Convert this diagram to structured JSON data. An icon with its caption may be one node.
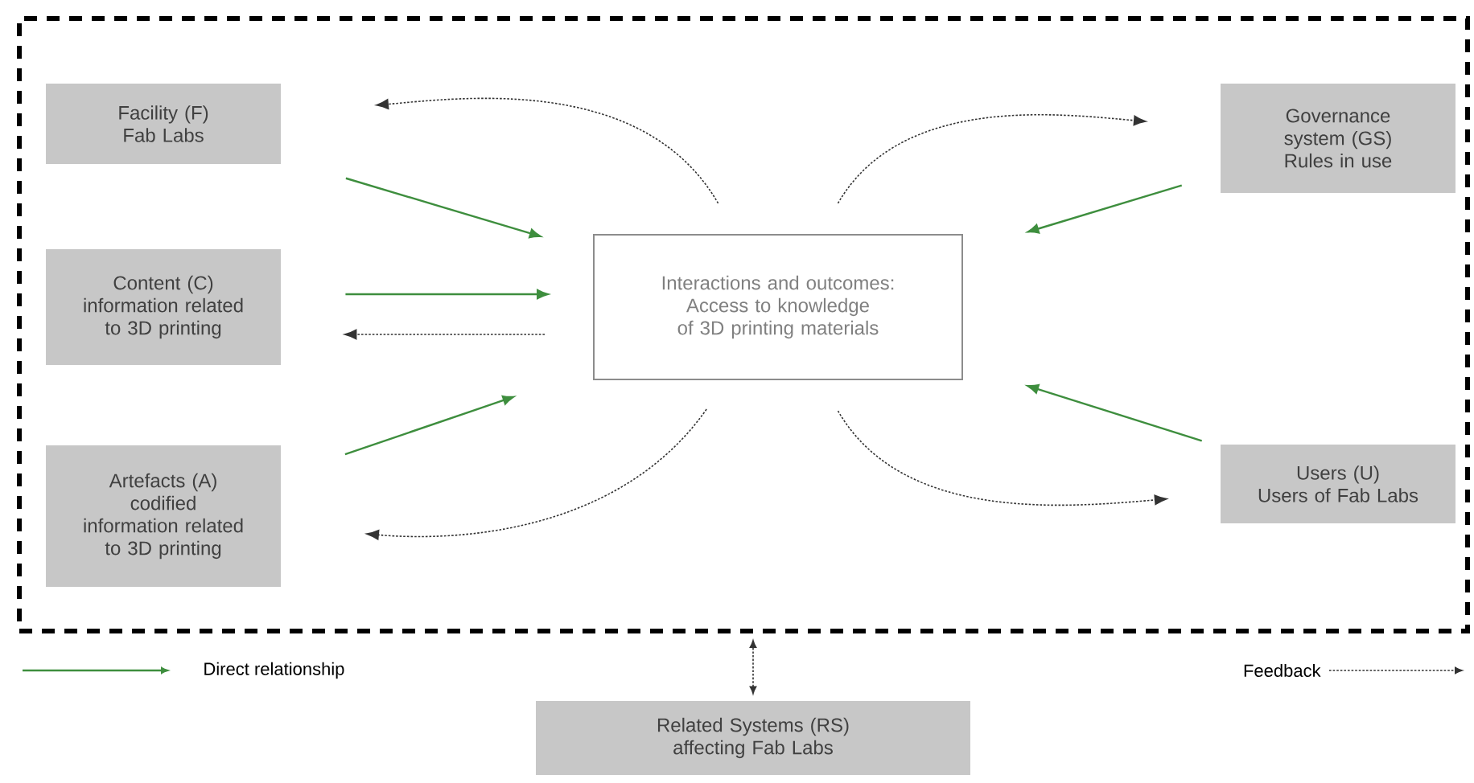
{
  "diagram": {
    "nodes": [
      {
        "text": [],
        "shape": "box"
      },
      {
        "text": [
          "Facility (F)",
          "Fab Labs"
        ],
        "in": 0
      },
      {
        "text": [
          "Content (C)",
          "information related to 3D printing"
        ],
        "in": 0
      },
      {
        "text": [
          "Artefacts (A)",
          "codified information related to 3D printing"
        ],
        "in": 0
      },
      {
        "text": [
          "Interactions and outcomes: Access to knowledge of 3D printing materials"
        ],
        "in": 0
      },
      {
        "text": [
          "Governance system (GS)",
          "Rules in use"
        ],
        "in": 0
      },
      {
        "text": [
          "Users (U)",
          "Users of Fab Labs"
        ],
        "in": 0
      },
      {
        "text": [
          "Related Systems (RS) affecting Fab Labs"
        ]
      }
    ],
    "edges": [
      {
        "from": 1,
        "to": 4,
        "arrow": "to",
        "color": "#3e8e3e"
      },
      {
        "from": 2,
        "to": 4,
        "arrow": "to",
        "color": "#3e8e3e"
      },
      {
        "from": 3,
        "to": 4,
        "arrow": "to",
        "color": "#3e8e3e"
      },
      {
        "from": 5,
        "to": 4,
        "arrow": "to",
        "color": "#3e8e3e"
      },
      {
        "from": 6,
        "to": 4,
        "arrow": "to",
        "color": "#3e8e3e"
      },
      {
        "from": 4,
        "to": 1,
        "arrow": "to",
        "style": "dashed"
      },
      {
        "from": 4,
        "to": 2,
        "arrow": "to",
        "style": "dashed"
      },
      {
        "from": 4,
        "to": 3,
        "arrow": "to",
        "style": "dashed"
      },
      {
        "from": 4,
        "to": 5,
        "arrow": "to",
        "style": "dashed"
      },
      {
        "from": 4,
        "to": 6,
        "arrow": "to",
        "style": "dashed"
      },
      {
        "from": 7,
        "to": 0,
        "arrow": "both",
        "style": "dashed"
      }
    ],
    "legend": [
      {
        "text": "Direct relationship"
      },
      {
        "text": "Feedback"
      }
    ]
  }
}
